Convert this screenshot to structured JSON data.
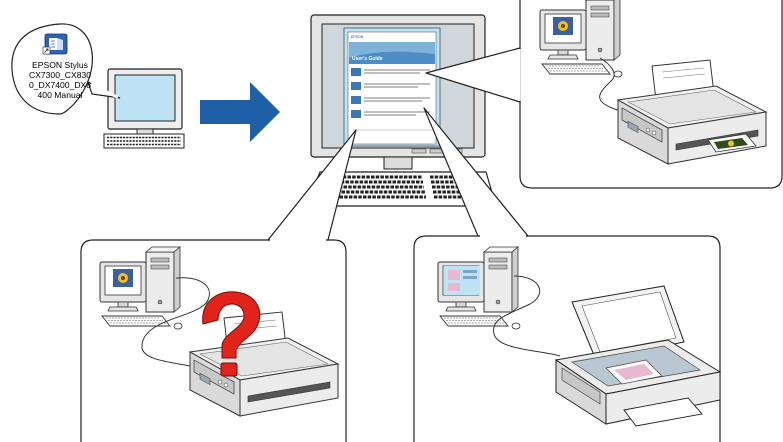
{
  "shortcut": {
    "icon": "manual-shortcut-icon",
    "label_lines": [
      "EPSON Stylus",
      "CX7300_CX830",
      "0_DX7400_DX8",
      "400 Manual"
    ]
  },
  "guide_screen": {
    "brand": "EPSON",
    "title": "User's Guide"
  },
  "colors": {
    "arrow": "#1e5fa8",
    "screen_blue": "#bfe3f5",
    "printout": "#e8b7d0"
  },
  "icons": [
    "arrow-right-icon",
    "desktop-computer-icon",
    "printer-icon",
    "scanner-icon",
    "question-mark-icon",
    "photo-print-icon"
  ]
}
